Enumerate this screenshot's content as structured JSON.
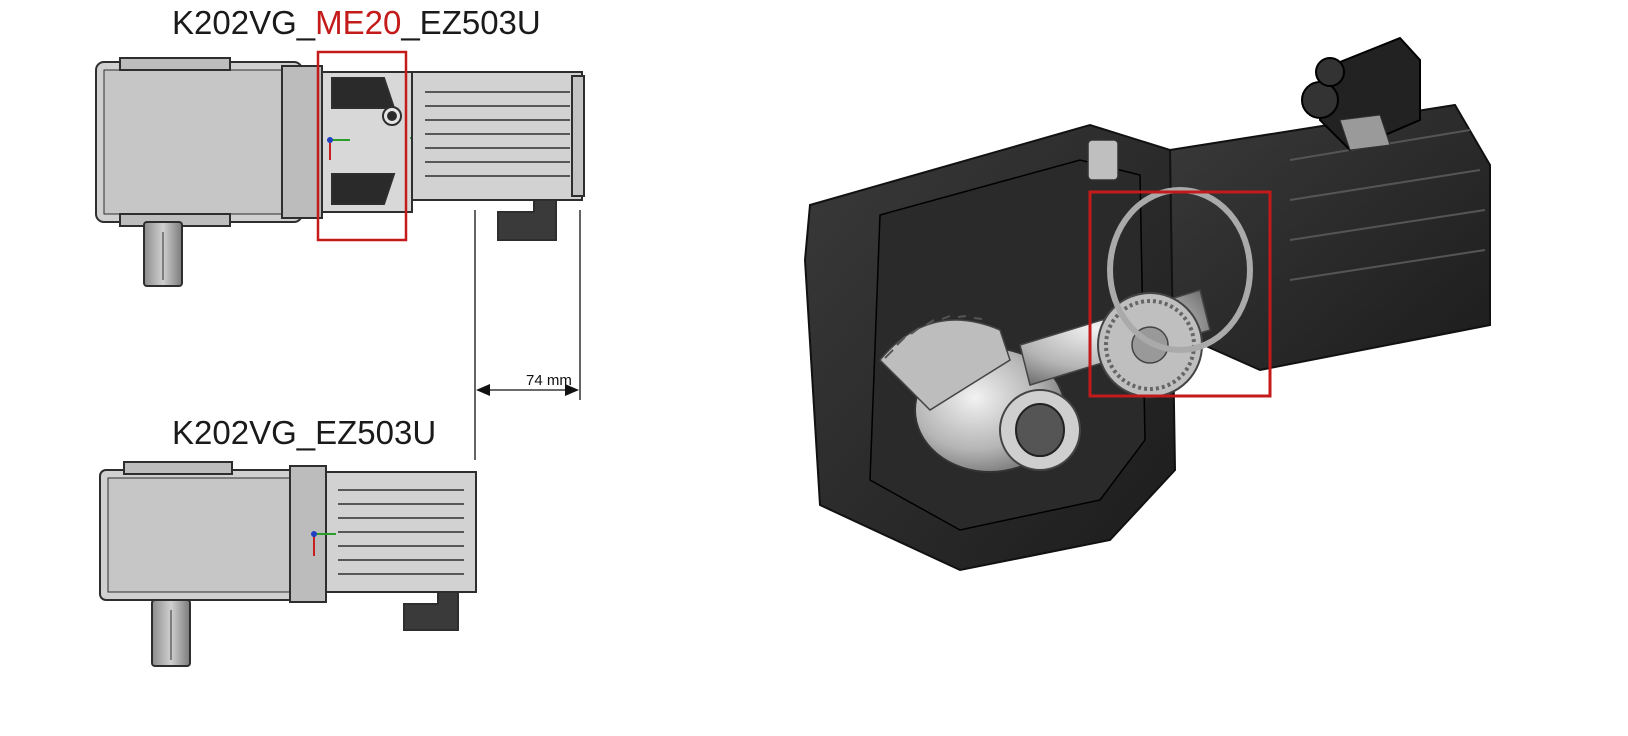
{
  "top_title": {
    "part1": "K202VG_",
    "accent": "ME20",
    "part2": "_EZ503U"
  },
  "bottom_title": "K202VG_EZ503U",
  "dimension_label": "74 mm",
  "colors": {
    "highlight": "#c41a1a",
    "drawing": "#333333",
    "body_fill": "#c8c8c8"
  }
}
